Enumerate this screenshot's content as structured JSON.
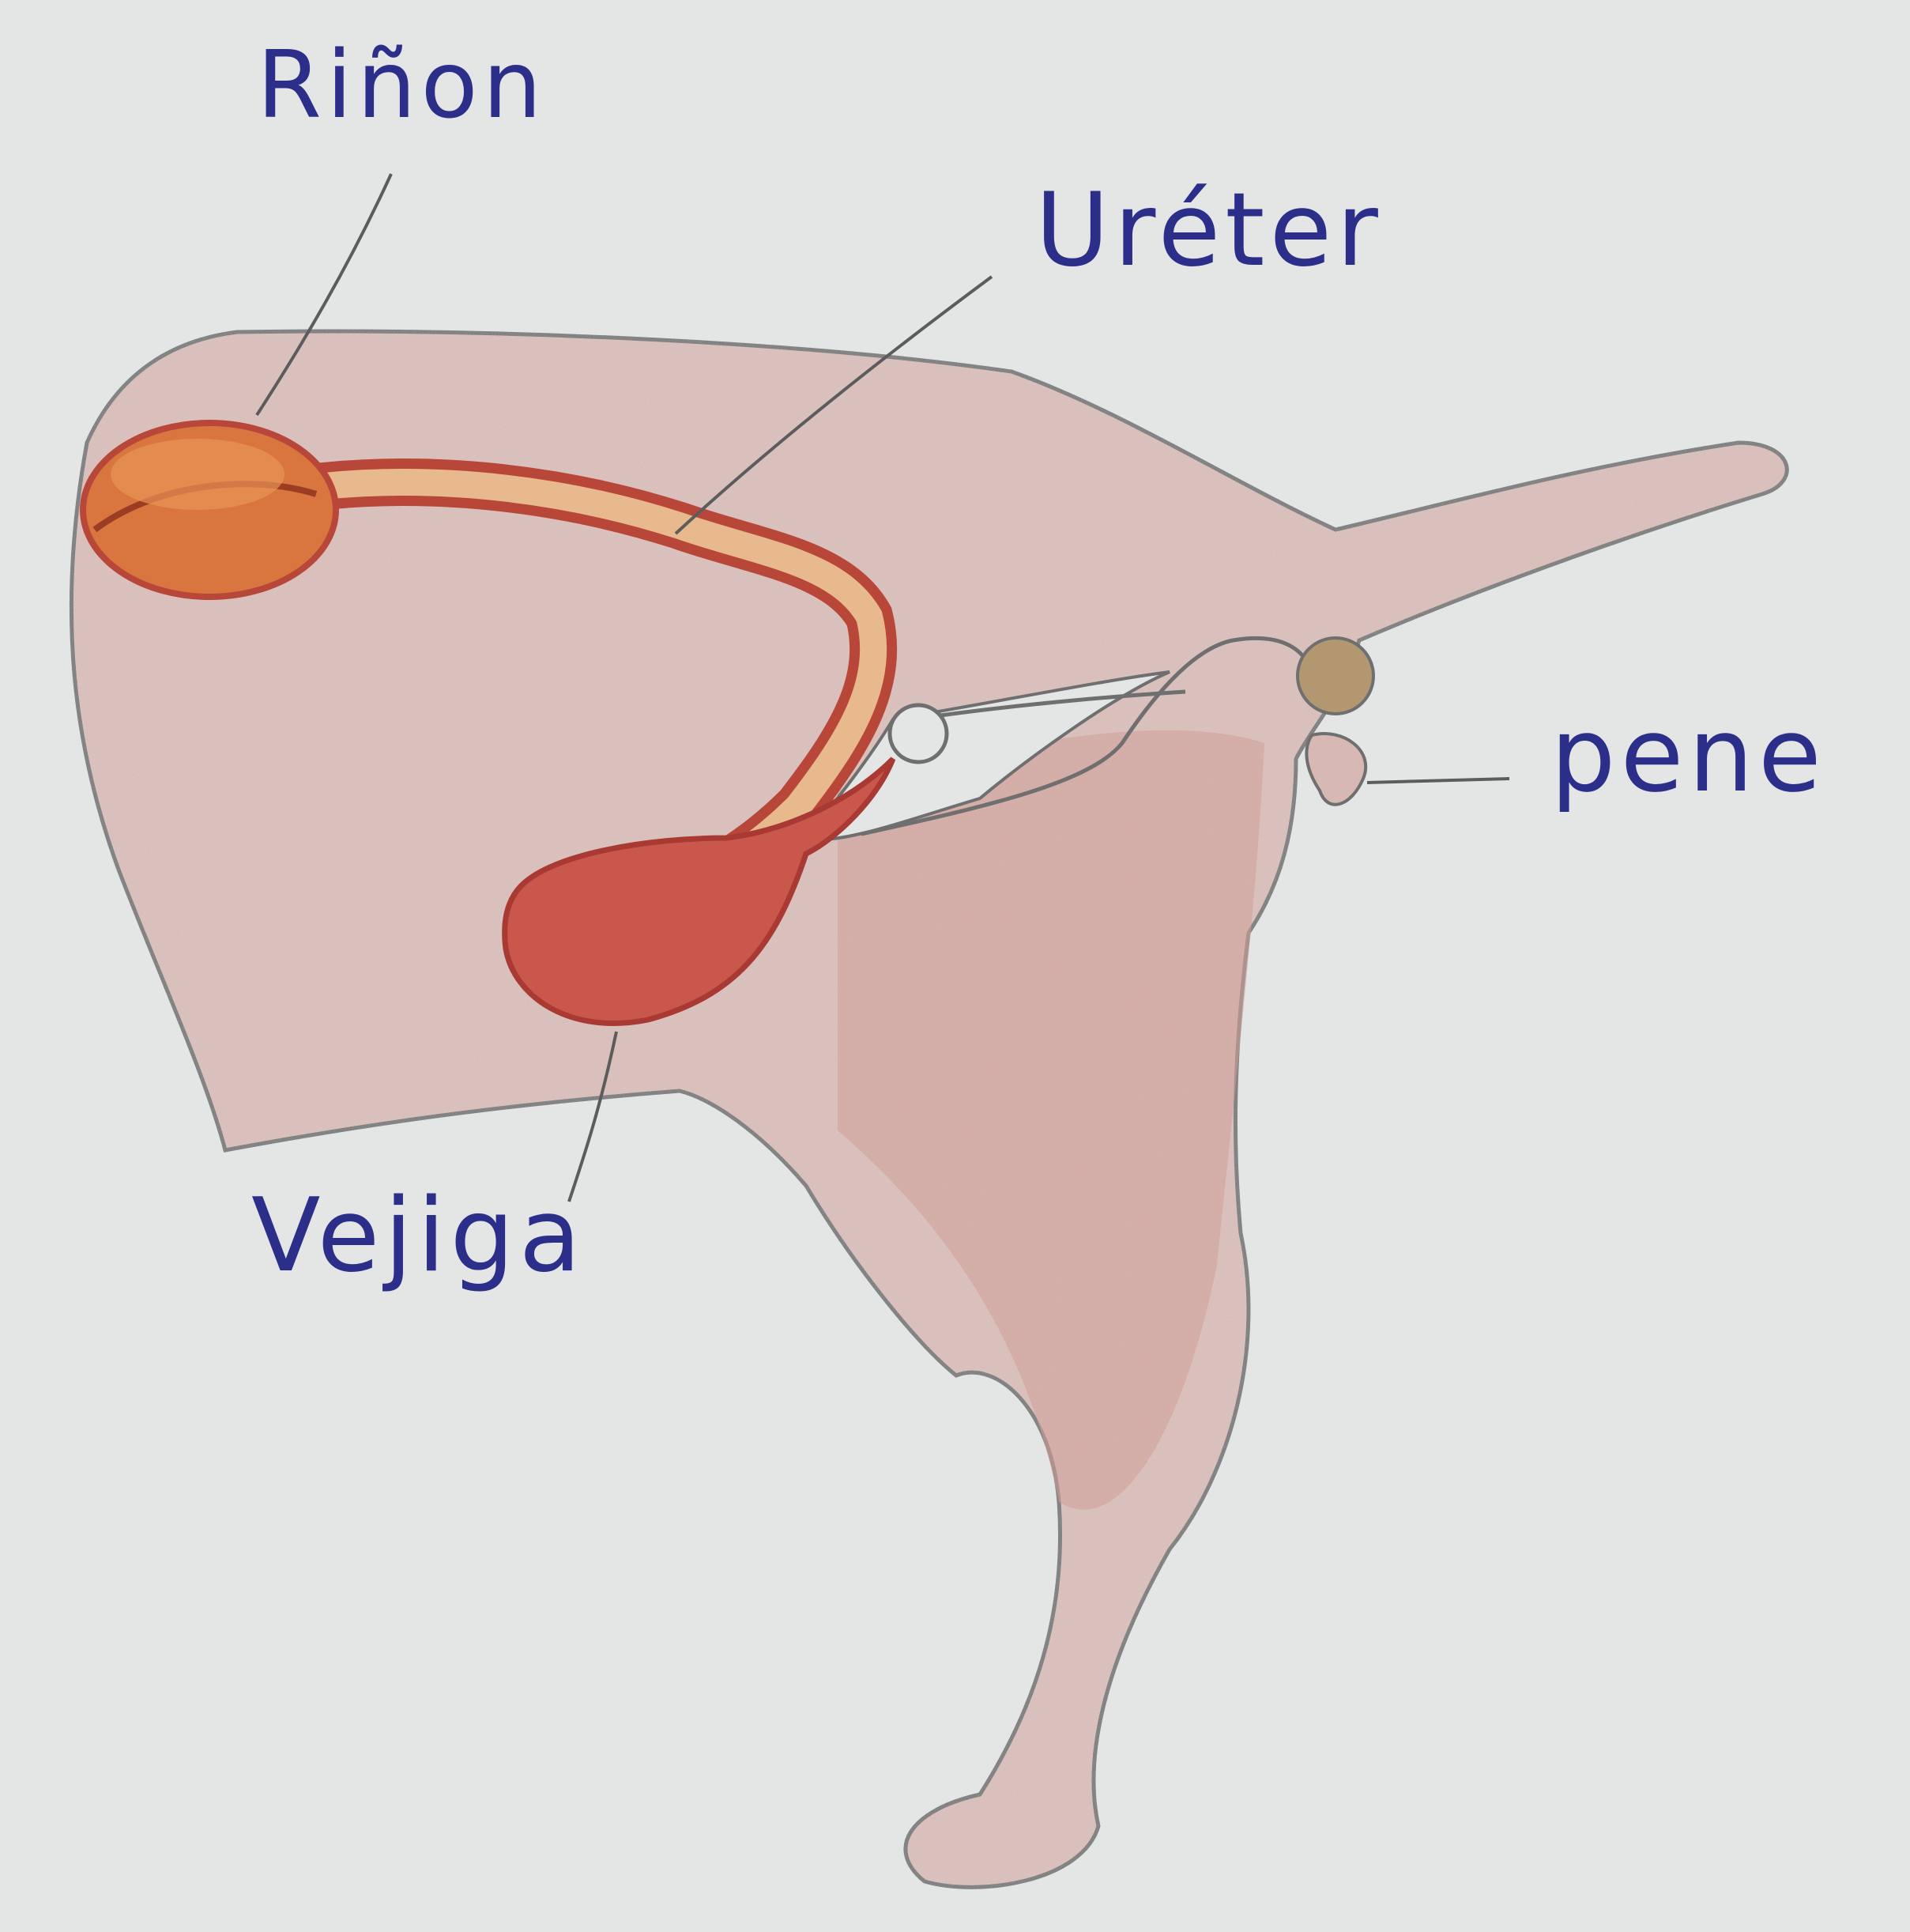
{
  "labels": {
    "kidney": "Riñon",
    "ureter": "Uréter",
    "penis": "pene",
    "bladder": "Vejiga"
  },
  "colors": {
    "paper": "#e4e6e6",
    "body_fill": "#d7b8b3",
    "body_outline": "#6f6f6f",
    "kidney_fill": "#d9753f",
    "ureter_fill": "#e8b98c",
    "ureter_outline": "#b8473a",
    "bladder_fill": "#c9574c",
    "label_ink": "#2c2f8a",
    "leader_line": "#5c5c5c"
  }
}
